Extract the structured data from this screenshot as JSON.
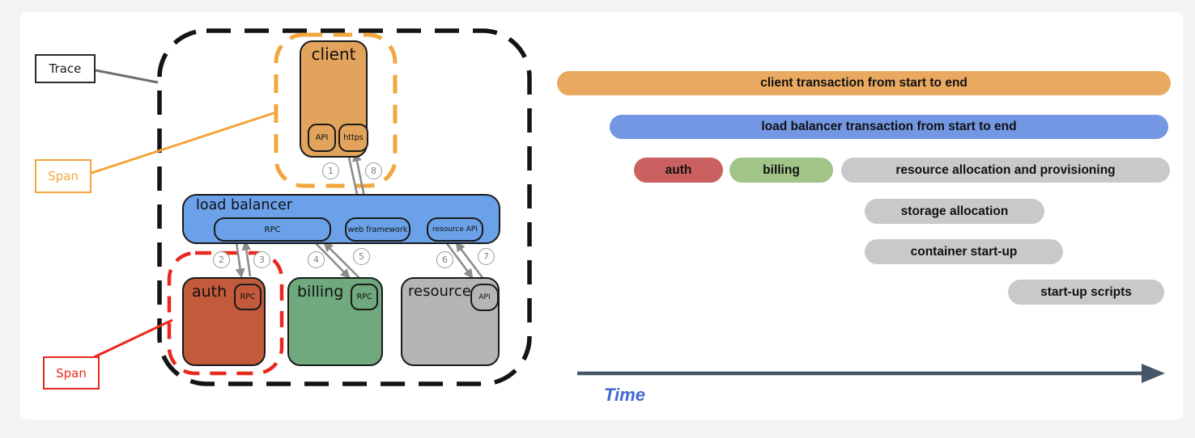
{
  "annotations": {
    "trace": "Trace",
    "span_client": "Span",
    "span_auth": "Span"
  },
  "diagram": {
    "client": {
      "label": "client",
      "components": [
        "API",
        "https"
      ]
    },
    "load_balancer": {
      "label": "load balancer",
      "components": [
        "RPC",
        "web framework",
        "resource API"
      ]
    },
    "services": [
      {
        "label": "auth",
        "component": "RPC"
      },
      {
        "label": "billing",
        "component": "RPC"
      },
      {
        "label": "resource",
        "component": "API"
      }
    ],
    "steps": [
      "1",
      "2",
      "3",
      "4",
      "5",
      "6",
      "7",
      "8"
    ]
  },
  "timeline": {
    "axis_label": "Time",
    "spans": [
      {
        "label": "client transaction from start to end",
        "color": "#eaa961"
      },
      {
        "label": "load balancer transaction from start to end",
        "color": "#7397e3"
      },
      {
        "label": "auth",
        "color": "#ca6060"
      },
      {
        "label": "billing",
        "color": "#a0c587"
      },
      {
        "label": "resource allocation and provisioning",
        "color": "#c9c9c9"
      },
      {
        "label": "storage allocation",
        "color": "#c9c9c9"
      },
      {
        "label": "container start-up",
        "color": "#c9c9c9"
      },
      {
        "label": "start-up scripts",
        "color": "#c9c9c9"
      }
    ]
  },
  "colors": {
    "client_fill": "#e2a45c",
    "load_balancer_fill": "#6ba1e8",
    "auth_fill": "#c35a3c",
    "billing_fill": "#6fa97d",
    "resource_fill": "#b5b5b7",
    "trace_outline": "#141414",
    "span_client_outline": "#f2a63c",
    "span_auth_outline": "#e8291f",
    "connector_gray": "#8c8c8c",
    "leader_gray": "#6e6e6e",
    "time_label": "#4169d1",
    "time_arrow": "#475569"
  }
}
